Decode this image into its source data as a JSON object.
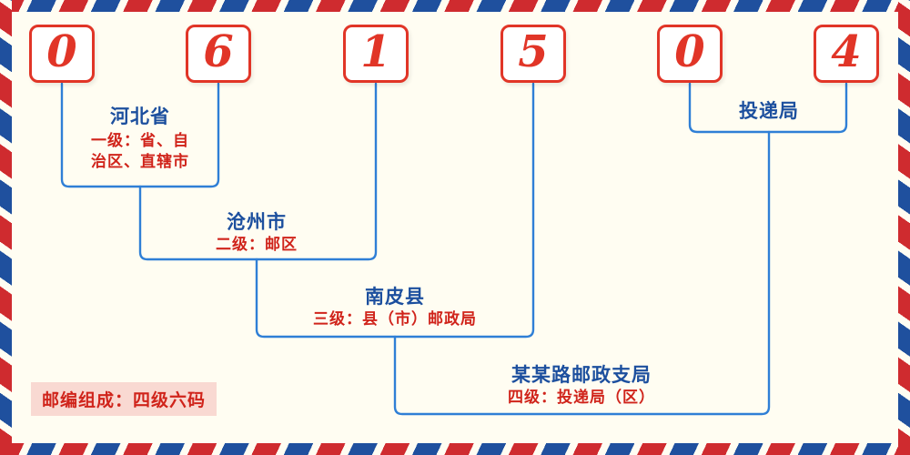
{
  "postal_code": {
    "digits": [
      "0",
      "6",
      "1",
      "5",
      "0",
      "4"
    ]
  },
  "levels": [
    {
      "id": "province",
      "name": "河北省",
      "desc_line1": "一级：省、自",
      "desc_line2": "治区、直辖市"
    },
    {
      "id": "city",
      "name": "沧州市",
      "desc_line1": "二级：邮区"
    },
    {
      "id": "county",
      "name": "南皮县",
      "desc_line1": "三级：县（市）邮政局"
    },
    {
      "id": "branch",
      "name": "某某路邮政支局",
      "desc_line1": "四级：投递局（区）"
    },
    {
      "id": "delivery",
      "name": "投递局"
    }
  ],
  "note": "邮编组成：四级六码",
  "colors": {
    "page_bg": "#fffdf2",
    "digit_red": "#e13527",
    "box_border": "#e13527",
    "line_blue": "#2f7fd6",
    "name_blue": "#1c4f9e",
    "desc_red": "#d0241b",
    "note_bg": "#f9d9d2",
    "stripe_red": "#cf2b2f",
    "stripe_blue": "#1f509e",
    "stripe_gap": "#fffdf2"
  }
}
